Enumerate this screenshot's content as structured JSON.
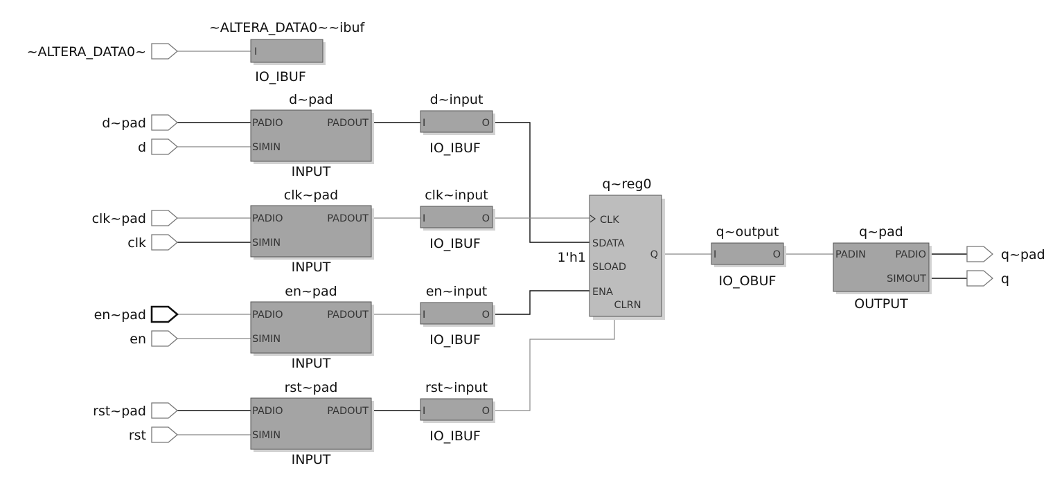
{
  "inputs": {
    "altera_data0": "~ALTERA_DATA0~",
    "d_pad": "d~pad",
    "d": "d",
    "clk_pad": "clk~pad",
    "clk": "clk",
    "en_pad": "en~pad",
    "en": "en",
    "rst_pad": "rst~pad",
    "rst": "rst"
  },
  "outputs": {
    "q_pad": "q~pad",
    "q": "q"
  },
  "blocks": {
    "altera_ibuf": {
      "name": "~ALTERA_DATA0~~ibuf",
      "type": "IO_IBUF",
      "ports": {
        "in": "I"
      }
    },
    "d_pad": {
      "name": "d~pad",
      "type": "INPUT",
      "ports": {
        "padio": "PADIO",
        "simin": "SIMIN",
        "padout": "PADOUT"
      }
    },
    "clk_pad": {
      "name": "clk~pad",
      "type": "INPUT",
      "ports": {
        "padio": "PADIO",
        "simin": "SIMIN",
        "padout": "PADOUT"
      }
    },
    "en_pad": {
      "name": "en~pad",
      "type": "INPUT",
      "ports": {
        "padio": "PADIO",
        "simin": "SIMIN",
        "padout": "PADOUT"
      }
    },
    "rst_pad": {
      "name": "rst~pad",
      "type": "INPUT",
      "ports": {
        "padio": "PADIO",
        "simin": "SIMIN",
        "padout": "PADOUT"
      }
    },
    "d_input": {
      "name": "d~input",
      "type": "IO_IBUF",
      "ports": {
        "in": "I",
        "out": "O"
      }
    },
    "clk_input": {
      "name": "clk~input",
      "type": "IO_IBUF",
      "ports": {
        "in": "I",
        "out": "O"
      }
    },
    "en_input": {
      "name": "en~input",
      "type": "IO_IBUF",
      "ports": {
        "in": "I",
        "out": "O"
      }
    },
    "rst_input": {
      "name": "rst~input",
      "type": "IO_IBUF",
      "ports": {
        "in": "I",
        "out": "O"
      }
    },
    "q_reg0": {
      "name": "q~reg0",
      "ports": {
        "clk": "CLK",
        "sdata": "SDATA",
        "sload": "SLOAD",
        "ena": "ENA",
        "clrn": "CLRN",
        "q": "Q"
      },
      "const": "1'h1"
    },
    "q_output": {
      "name": "q~output",
      "type": "IO_OBUF",
      "ports": {
        "in": "I",
        "out": "O"
      }
    },
    "q_pad": {
      "name": "q~pad",
      "type": "OUTPUT",
      "ports": {
        "padin": "PADIN",
        "padio": "PADIO",
        "simout": "SIMOUT"
      }
    }
  },
  "colors": {
    "block_fill": "#a4a4a4",
    "register_fill": "#bdbdbd",
    "wire": "#111111"
  }
}
